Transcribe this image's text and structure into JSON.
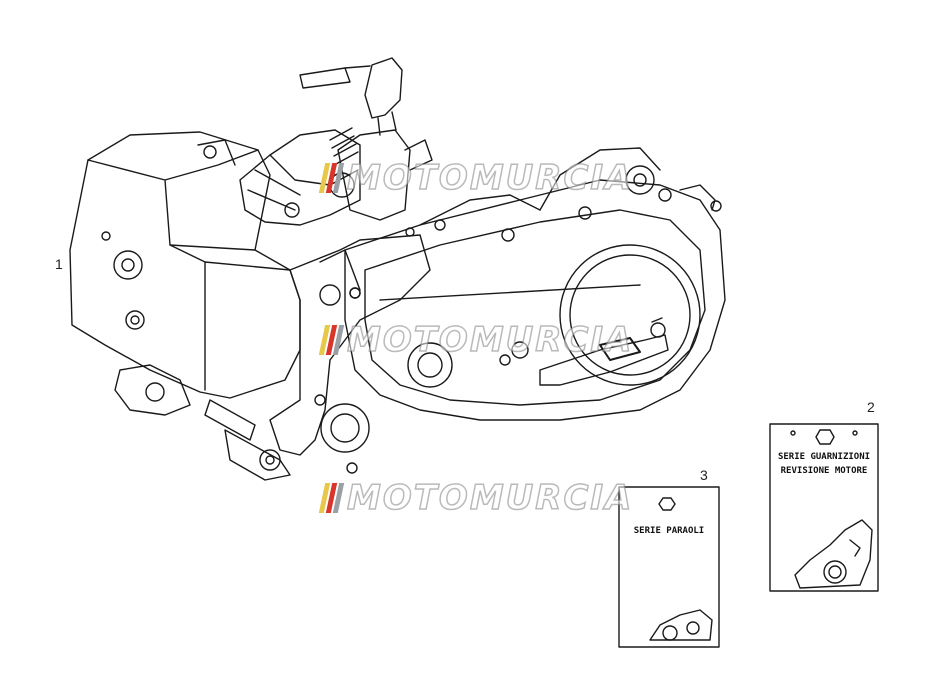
{
  "callouts": {
    "engine": "1",
    "gasket_set": "2",
    "oil_seal_set": "3"
  },
  "cards": {
    "gasket_set_text": [
      "SERIE GUARNIZIONI",
      "REVISIONE MOTORE"
    ],
    "oil_seal_set_text": "SERIE PARAOLI"
  },
  "watermark": {
    "text": "MOTOMURCIA",
    "stripe_colors": [
      "#e8c84a",
      "#d9362b",
      "#9aa0a6"
    ]
  },
  "colors": {
    "line": "#1a1a1a",
    "background": "#ffffff"
  }
}
